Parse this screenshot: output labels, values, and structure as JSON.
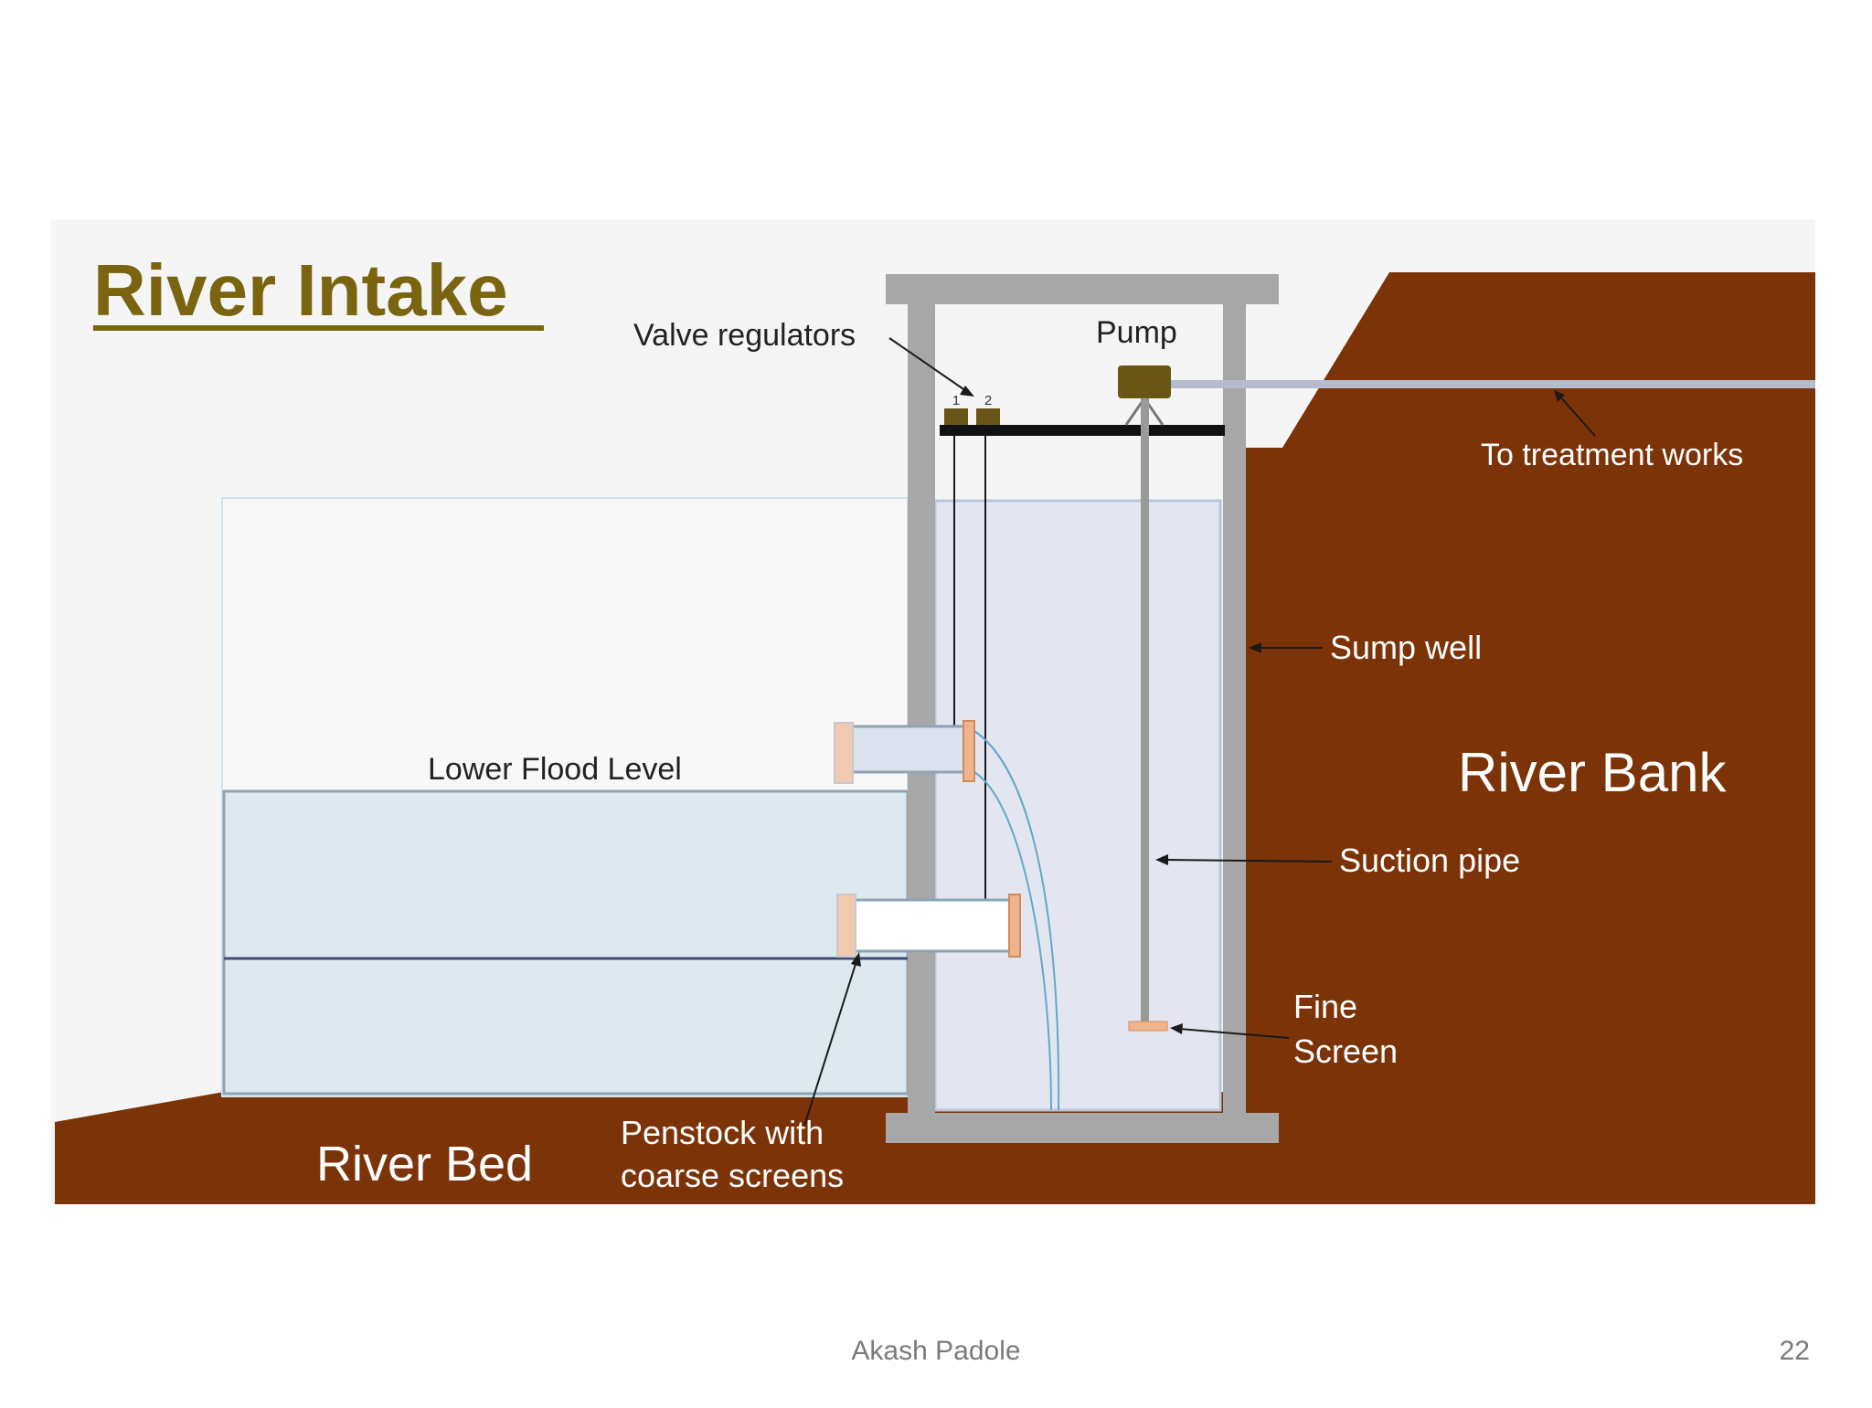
{
  "title": "River Intake",
  "labels": {
    "valve_regulators": "Valve regulators",
    "valve_1": "1",
    "valve_2": "2",
    "pump": "Pump",
    "to_treatment_works": "To treatment works",
    "sump_well": "Sump well",
    "river_bank": "River Bank",
    "suction_pipe": "Suction pipe",
    "fine_screen_line1": "Fine",
    "fine_screen_line2": "Screen",
    "lower_flood_level": "Lower Flood Level",
    "river_bed": "River Bed",
    "penstock_line1": "Penstock with",
    "penstock_line2": "coarse screens"
  },
  "footer": {
    "author": "Akash Padole",
    "page_number": "22"
  },
  "colors": {
    "title": "#7a6410",
    "earth": "#7c3308",
    "concrete": "#a7a7a7",
    "water": "#dde9ee",
    "sump_water": "#e3e6f1",
    "pump_body": "#6b5516",
    "screen": "#f0b48c",
    "background_panel": "#f5f5f5"
  }
}
